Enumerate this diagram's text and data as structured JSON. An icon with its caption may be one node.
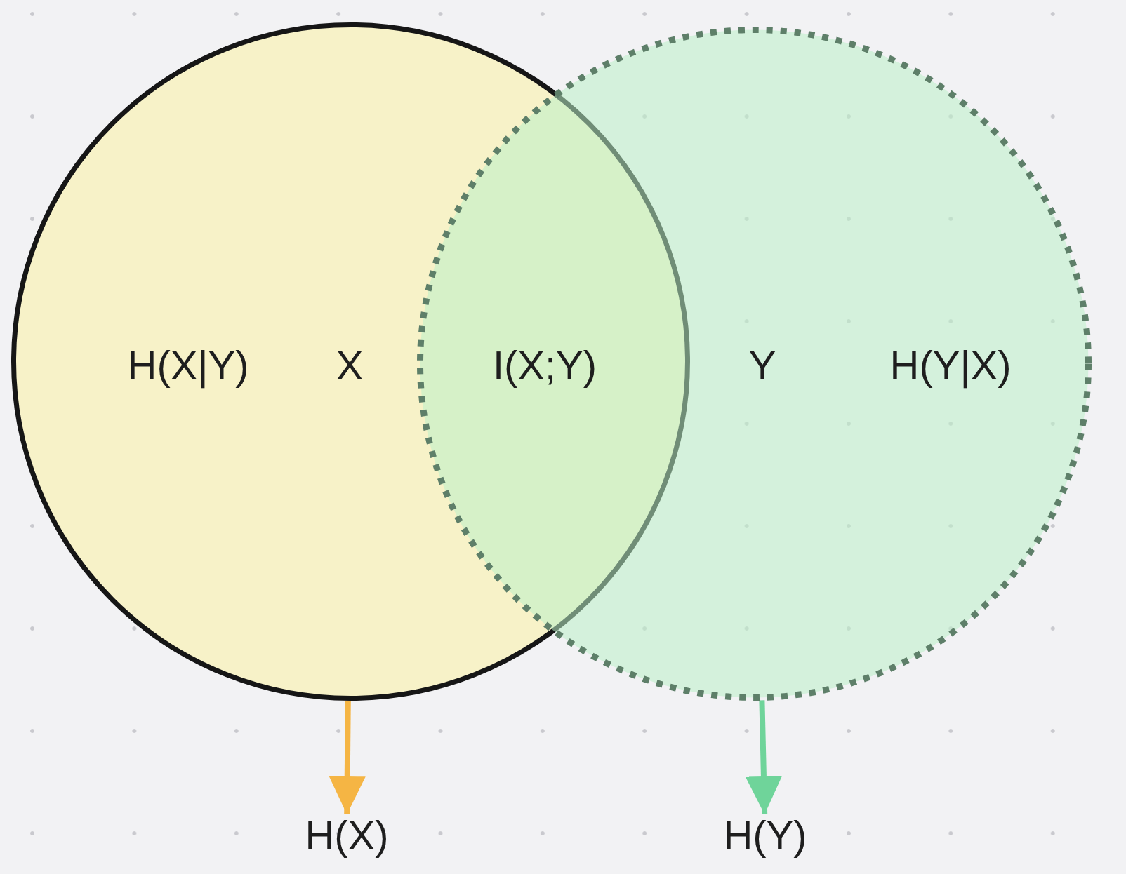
{
  "diagram": {
    "nodes": [
      {
        "text": [
          "H(X|Y)",
          "X"
        ]
      },
      {
        "text": [
          "Y",
          "H(Y|X)"
        ]
      },
      {
        "text": [
          "H(X)"
        ]
      },
      {
        "text": [
          "H(Y)"
        ]
      }
    ],
    "edges": [
      {
        "from": 0,
        "to": 2,
        "arrow": "to",
        "color": "#f5b544"
      },
      {
        "from": 1,
        "to": 3,
        "arrow": "to",
        "color": "#6fd49a"
      }
    ],
    "labels": [
      "I(X;Y)"
    ]
  }
}
